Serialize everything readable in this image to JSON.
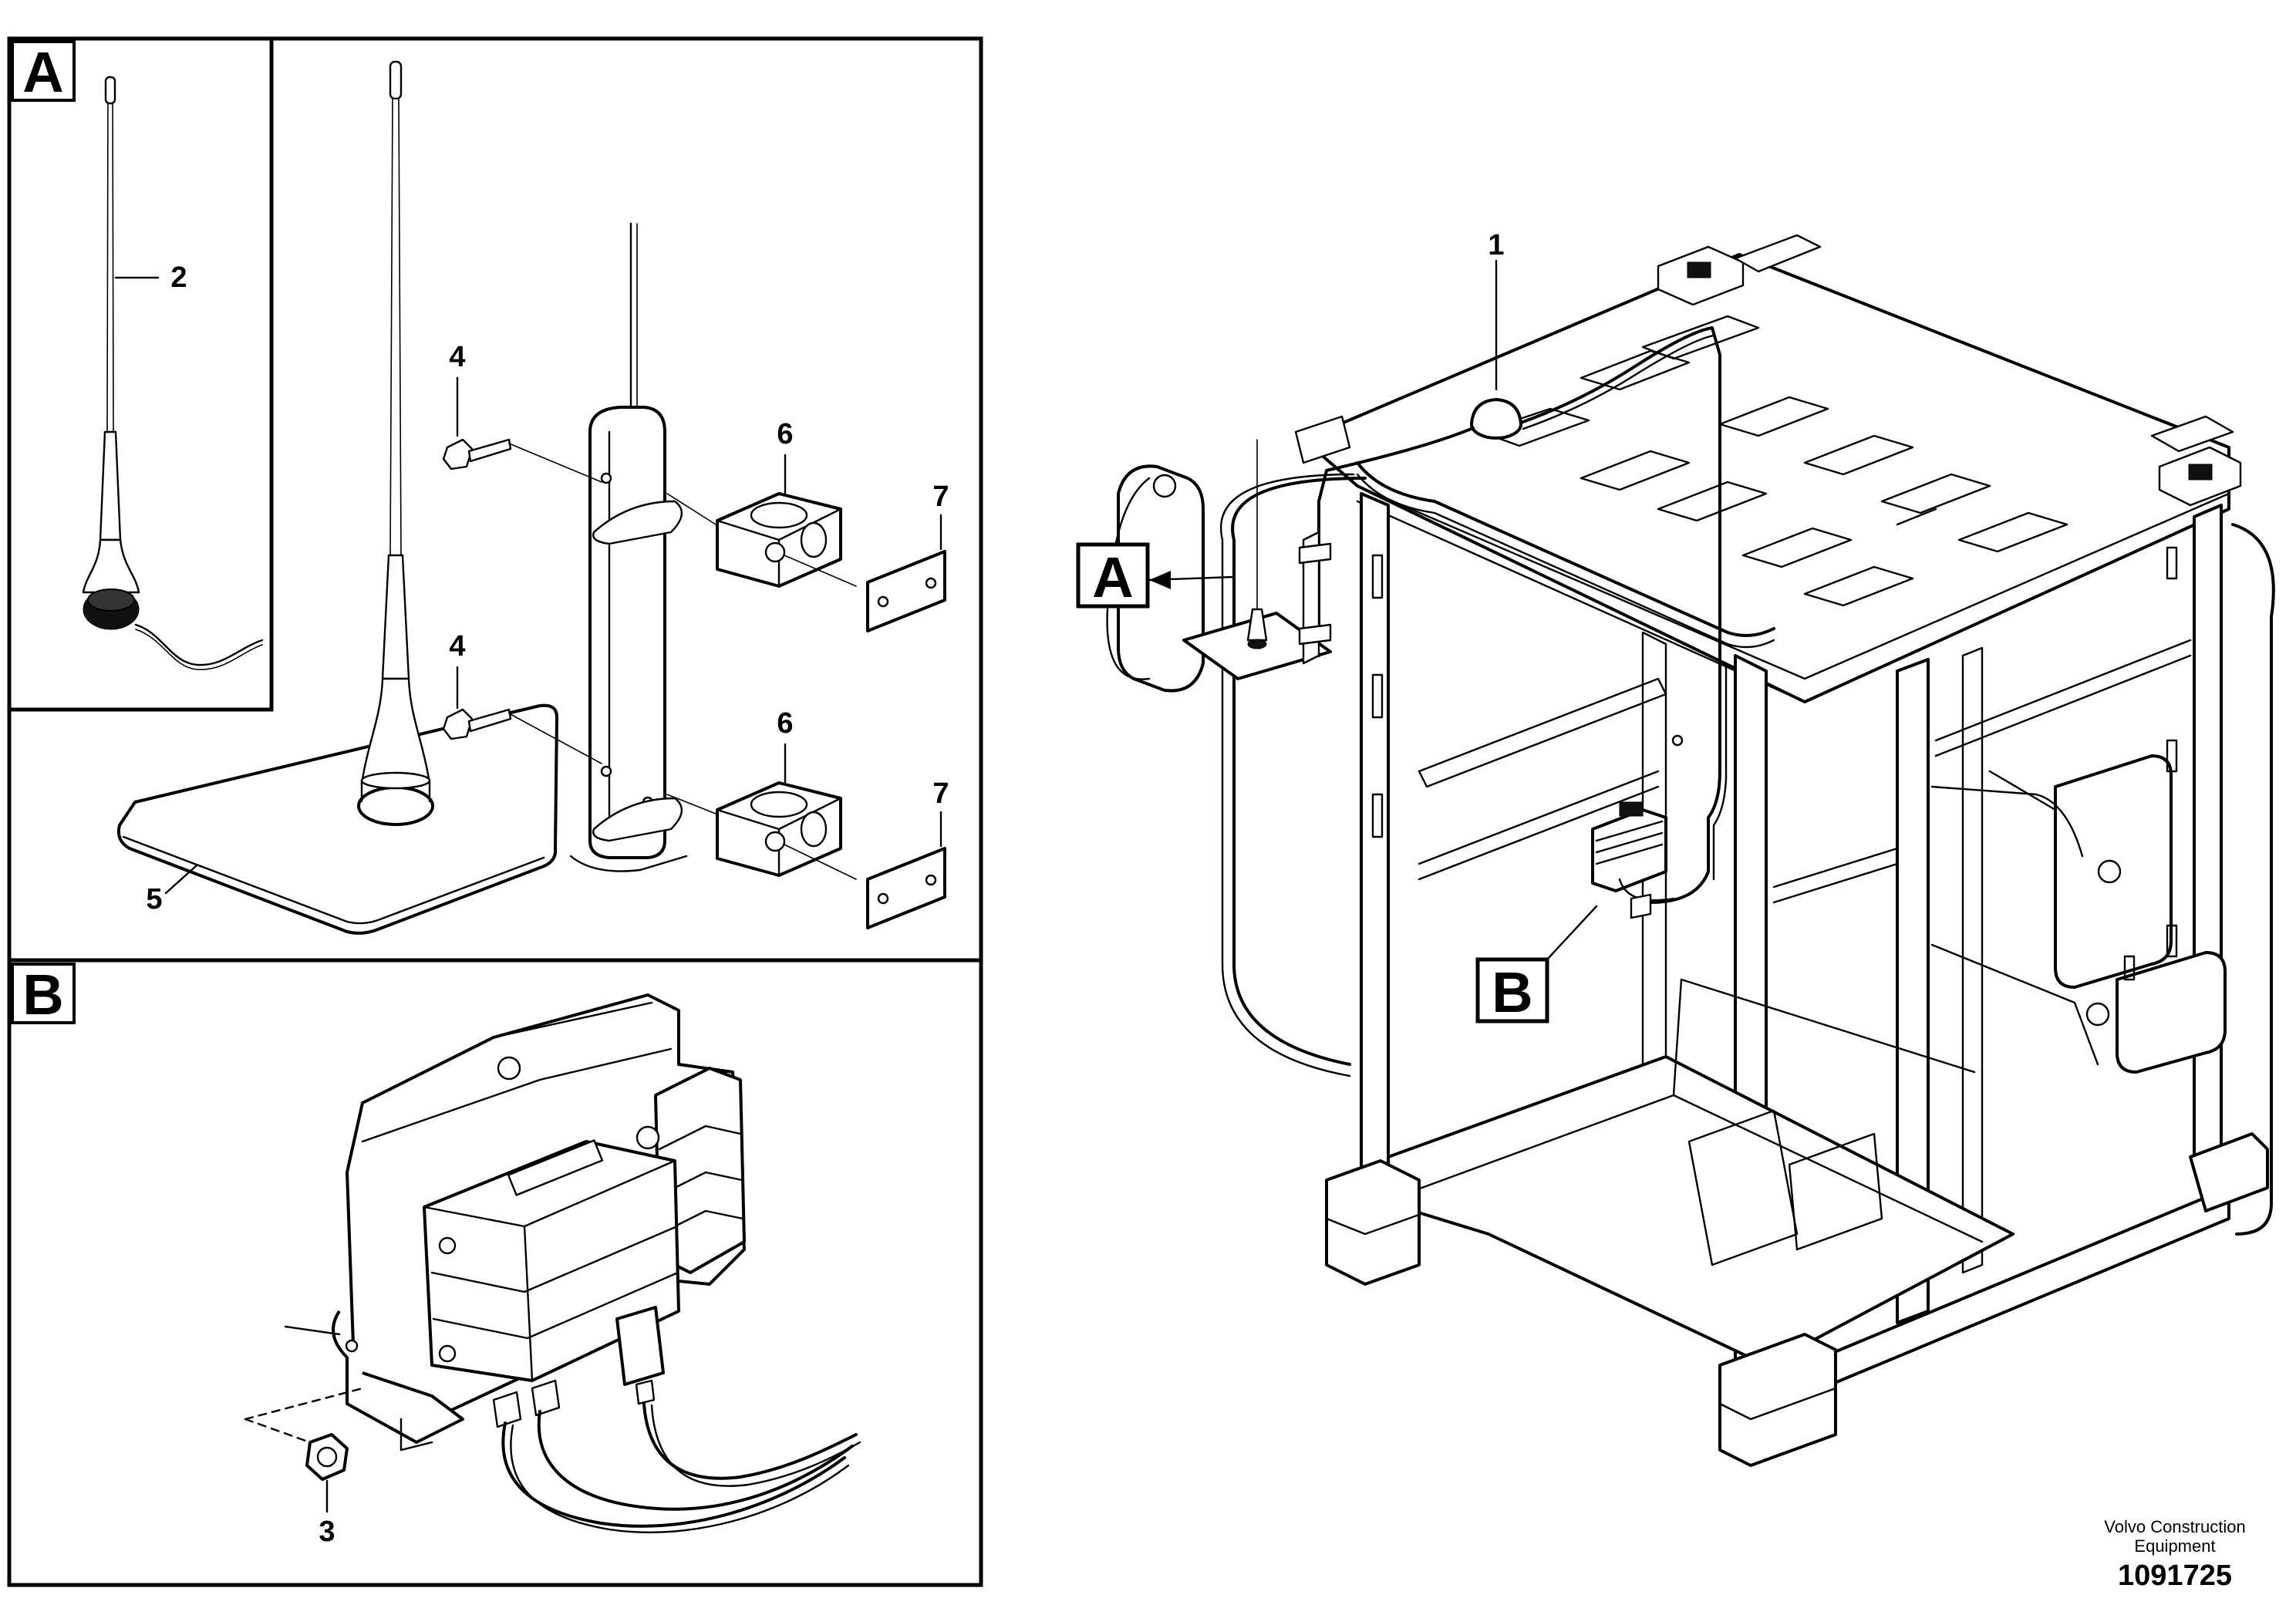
{
  "panels": {
    "A": {
      "label": "A"
    },
    "B": {
      "label": "B"
    }
  },
  "main_view": {
    "callout_A": "A",
    "callout_B": "B"
  },
  "callouts": {
    "item1": "1",
    "item2": "2",
    "item3": "3",
    "item4_upper": "4",
    "item4_lower": "4",
    "item5": "5",
    "item6_upper": "6",
    "item6_lower": "6",
    "item7_upper": "7",
    "item7_lower": "7"
  },
  "footer": {
    "brand_line1": "Volvo Construction",
    "brand_line2": "Equipment",
    "drawing_number": "1091725"
  }
}
